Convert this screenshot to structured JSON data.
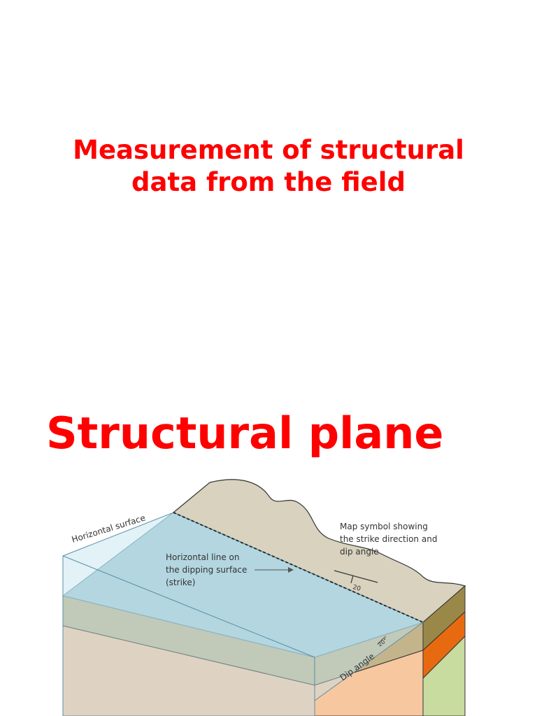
{
  "slide1": {
    "title_line1": "Measurement of structural",
    "title_line2": "data from the field"
  },
  "slide2": {
    "title": "Structural plane"
  },
  "diagram": {
    "labels": {
      "horizontal_surface": "Horizontal surface",
      "strike_line1": "Horizontal line on",
      "strike_line2": "the dipping surface",
      "strike_line3": "(strike)",
      "map_symbol_line1": "Map symbol showing",
      "map_symbol_line2": "the strike direction and",
      "map_symbol_line3": "dip angle",
      "symbol_value": "20",
      "dip_angle": "Dip angle",
      "dip_value": "20°"
    },
    "colors": {
      "horizontal_plane": "#bfe3ee",
      "dipping_surface": "#a9ccd6",
      "top_surface": "#d8d2bf",
      "layer_olive": "#c4b48c",
      "layer_peach": "#f7c7a0",
      "side_olive": "#9a8848",
      "side_orange": "#e86a10",
      "side_green": "#c8dca0"
    }
  }
}
